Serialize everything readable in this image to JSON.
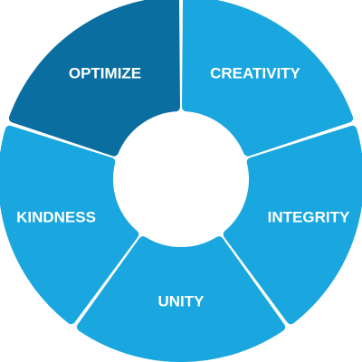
{
  "segments": [
    {
      "label": "OPTIMIZE",
      "color": "#0a6fa0"
    },
    {
      "label": "CREATIVITY",
      "color": "#1aa7e0"
    },
    {
      "label": "INTEGRITY",
      "color": "#1aa7e0"
    },
    {
      "label": "UNITY",
      "color": "#1aa7e0"
    },
    {
      "label": "KINDNESS",
      "color": "#1aa7e0"
    }
  ]
}
